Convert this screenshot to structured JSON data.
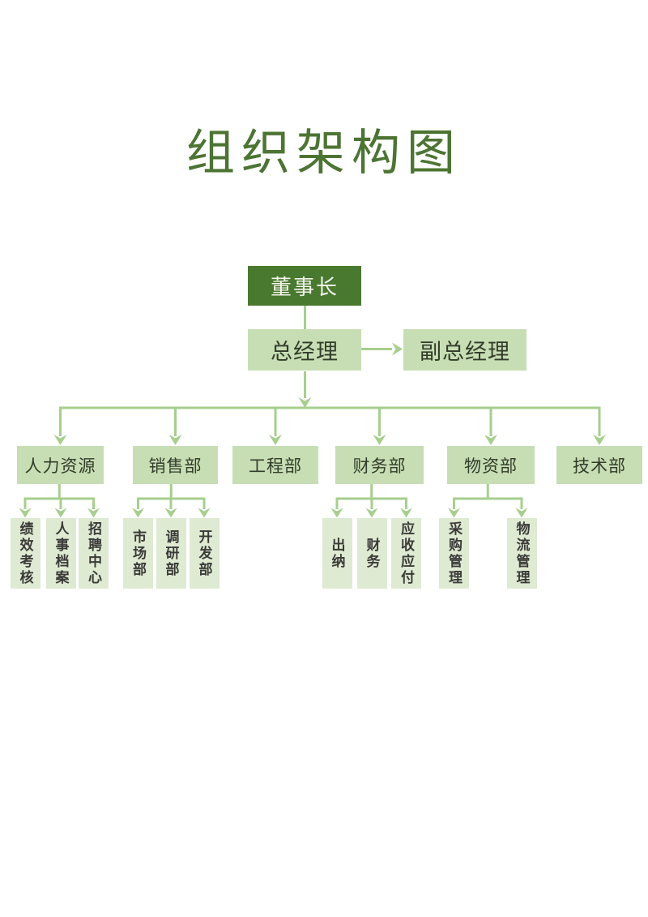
{
  "page": {
    "title": "组织架构图"
  },
  "colors": {
    "dark_node_fill": "#49792f",
    "dark_node_text": "#f2f4ec",
    "light_node_fill": "#c7deb4",
    "sub_node_fill": "#deead2",
    "connector_green": "#a6cf8d",
    "title_green": "#4c7433",
    "node_text": "#323c2a"
  },
  "chart": {
    "chairman": {
      "label": "董事长"
    },
    "general_manager": {
      "label": "总经理"
    },
    "deputy_general_manager": {
      "label": "副总经理"
    },
    "departments": [
      {
        "label": "人力资源",
        "children": [
          "绩效考核",
          "人事档案",
          "招聘中心"
        ]
      },
      {
        "label": "销售部",
        "children": [
          "市场部",
          "调研部",
          "开发部"
        ]
      },
      {
        "label": "工程部",
        "children": []
      },
      {
        "label": "财务部",
        "children": [
          "出纳",
          "财务",
          "应收应付"
        ]
      },
      {
        "label": "物资部",
        "children": [
          "采购管理",
          "物流管理"
        ]
      },
      {
        "label": "技术部",
        "children": []
      }
    ]
  }
}
